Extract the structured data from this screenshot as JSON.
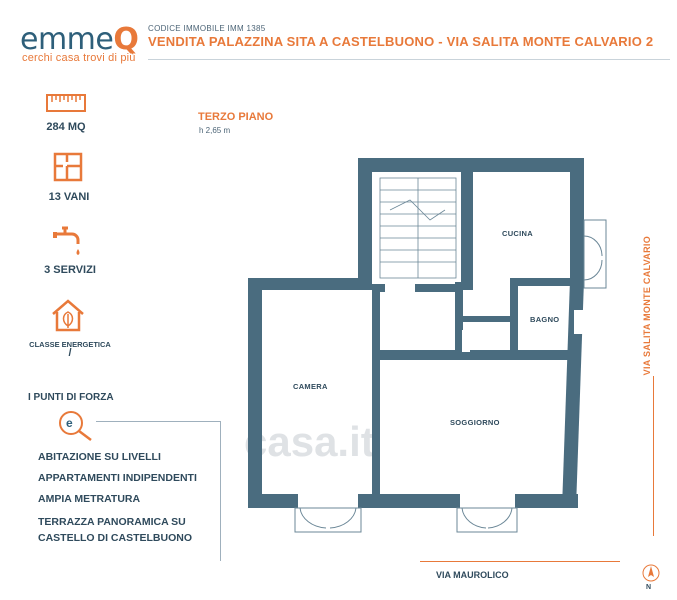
{
  "brand": {
    "name_main": "emme",
    "name_accent": "Q",
    "tagline": "cerchi casa  trovi di più"
  },
  "header": {
    "code": "CODICE IMMOBILE IMM 1385",
    "title": "VENDITA PALAZZINA SITA A CASTELBUONO - VIA SALITA MONTE CALVARIO 2"
  },
  "stats": {
    "area": "284 MQ",
    "rooms": "13 VANI",
    "services": "3 SERVIZI",
    "energy_label": "CLASSE ENERGETICA",
    "energy_value": "/"
  },
  "strengths": {
    "title": "I PUNTI DI FORZA",
    "items": [
      "ABITAZIONE SU LIVELLI",
      "APPARTAMENTI INDIPENDENTI",
      "AMPIA METRATURA",
      "TERRAZZA PANORAMICA SU",
      "CASTELLO DI CASTELBUONO"
    ]
  },
  "floor": {
    "title": "TERZO PIANO",
    "height": "h 2,65 m",
    "rooms": {
      "cucina": "CUCINA",
      "bagno": "BAGNO",
      "camera": "CAMERA",
      "soggiorno": "SOGGIORNO"
    }
  },
  "streets": {
    "east": "VIA SALITA MONTE CALVARIO",
    "south": "VIA MAUROLICO"
  },
  "compass": "N",
  "watermark": "casa.it",
  "colors": {
    "accent": "#e8793a",
    "wall": "#4a6c7f",
    "text": "#2f4a5c"
  }
}
